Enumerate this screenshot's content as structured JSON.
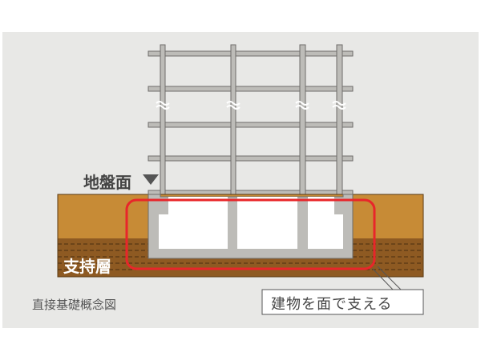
{
  "labels": {
    "ground_level": "地盤面",
    "bearing_layer": "支持層",
    "caption": "直接基礎概念図",
    "callout": "建物を面で支える"
  },
  "colors": {
    "background": "#e8e8e6",
    "soil_upper": "#c78b36",
    "soil_lower": "#8e5a22",
    "structure": "#bdbcb8",
    "highlight": "#e8262a"
  }
}
